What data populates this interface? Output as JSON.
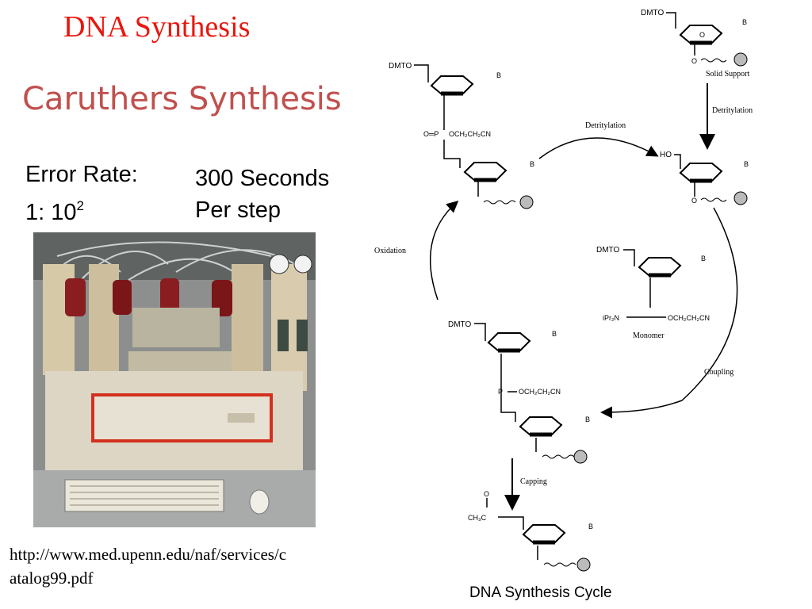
{
  "slide": {
    "title": "DNA Synthesis",
    "subtitle": "Caruthers Synthesis",
    "error_rate_label": "Error Rate:",
    "error_rate_base": "1: 10",
    "error_rate_exp": "2",
    "time_line1": "300 Seconds",
    "time_line2": "Per step",
    "source_line1": "http://www.med.upenn.edu/naf/services/c",
    "source_line2": "atalog99.pdf",
    "colors": {
      "title": "#e8170f",
      "subtitle": "#c0504d"
    }
  },
  "photo": {
    "label": "synthesizer-instrument-photo"
  },
  "diagram": {
    "caption": "DNA Synthesis Cycle",
    "steps": {
      "detritylation_top": "Detritylation",
      "detritylation_right": "Detritylation",
      "coupling": "Coupling",
      "oxidation": "Oxidation",
      "capping": "Capping"
    },
    "labels": {
      "solid_support": "Solid Support",
      "monomer": "Monomer",
      "dmto": "DMTO",
      "ho": "HO",
      "base": "B",
      "o": "O",
      "p": "P",
      "o_eq_p": "O═P",
      "cyanoethyl": "OCH₂CH₂CN",
      "ipr2n": "iPr₂N",
      "ch3c": "CH₃C"
    }
  }
}
